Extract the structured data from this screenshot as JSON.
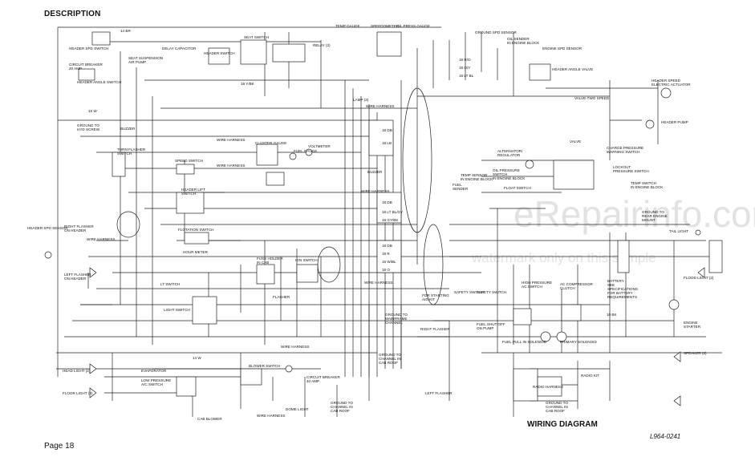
{
  "header": {
    "section": "DESCRIPTION"
  },
  "footer": {
    "page": "Page 18"
  },
  "diagram": {
    "title": "WIRING DIAGRAM",
    "code": "L964-0241",
    "watermark_main": "eRepairinfo.com",
    "watermark_sub": "watermark only on this sample"
  },
  "components": [
    {
      "id": "header-spd-switch",
      "label": "HEADER SPD SWITCH"
    },
    {
      "id": "circuit-breaker-20",
      "label": "CIRCUIT BREAKER\n20 AMP"
    },
    {
      "id": "seat-suspension",
      "label": "SEAT SUSPENSION\nAIR PUMP"
    },
    {
      "id": "delay-capacitor",
      "label": "DELAY CAPACITOR"
    },
    {
      "id": "header-switch",
      "label": "HEADER SWITCH"
    },
    {
      "id": "seat-switch",
      "label": "SEAT SWITCH"
    },
    {
      "id": "relay",
      "label": "RELAY (2)"
    },
    {
      "id": "header-angle-switch",
      "label": "HEADER ANGLE SWITCH"
    },
    {
      "id": "ground-hyd-screw",
      "label": "GROUND TO\nHYD SCREW"
    },
    {
      "id": "buzzer-left",
      "label": "BUZZER"
    },
    {
      "id": "turn-flasher-switch",
      "label": "TURN FLASHER\nSWITCH"
    },
    {
      "id": "speed-switch",
      "label": "SPEED SWITCH"
    },
    {
      "id": "header-lift-switch",
      "label": "HEADER LIFT\nSWITCH"
    },
    {
      "id": "flotation-switch",
      "label": "FLOTATION SWITCH"
    },
    {
      "id": "hour-meter",
      "label": "HOUR METER"
    },
    {
      "id": "temp-gauge",
      "label": "TEMP GAUGE"
    },
    {
      "id": "speedometer",
      "label": "SPEEDOMETER"
    },
    {
      "id": "oil-press-gauge",
      "label": "OIL PRESS GAUGE"
    },
    {
      "id": "cluster-gauge",
      "label": "CLUSTER GAUGE"
    },
    {
      "id": "fuel-gauge",
      "label": "FUEL GAUGE"
    },
    {
      "id": "voltmeter",
      "label": "VOLTMETER"
    },
    {
      "id": "buzzer-mid",
      "label": "BUZZER"
    },
    {
      "id": "lamp",
      "label": "LAMP (2)"
    },
    {
      "id": "ground-spd-sensor",
      "label": "GROUND SPD SENSOR"
    },
    {
      "id": "oil-sender",
      "label": "OIL SENDER\nIN ENGINE BLOCK"
    },
    {
      "id": "engine-spd-sensor",
      "label": "ENGINE SPD SENSOR"
    },
    {
      "id": "header-angle-valve",
      "label": "HEADER ANGLE VALVE"
    },
    {
      "id": "valve-two-speed",
      "label": "VALVE-TWO SPEED"
    },
    {
      "id": "header-speed-actuator",
      "label": "HEADER SPEED\nELECTRIC ACTUATOR"
    },
    {
      "id": "header-pump",
      "label": "HEADER PUMP"
    },
    {
      "id": "alternator",
      "label": "ALTERNATOR/\nREGULATOR"
    },
    {
      "id": "temp-sensor",
      "label": "TEMP SENSOR\nIN ENGINE BLOCK"
    },
    {
      "id": "oil-pressure-switch",
      "label": "OIL PRESSURE\nSWITCH\nIN ENGINE BLOCK"
    },
    {
      "id": "float-switch",
      "label": "FLOAT SWITCH"
    },
    {
      "id": "fuel-sender",
      "label": "FUEL\nSENDER"
    },
    {
      "id": "valve-block",
      "label": "VALVE"
    },
    {
      "id": "charge-pressure",
      "label": "CHARGE PRESSURE\nWARNING SWITCH"
    },
    {
      "id": "lockout-switch",
      "label": "LOCKOUT\nPRESSURE SWITCH"
    },
    {
      "id": "temp-switch",
      "label": "TEMP SWITCH\nIN ENGINE BLOCK"
    },
    {
      "id": "header-spd-sensor",
      "label": "HEADER SPD SENSOR"
    },
    {
      "id": "right-flasher-header",
      "label": "RIGHT FLASHER\nON HEADER"
    },
    {
      "id": "left-flasher-header",
      "label": "LEFT FLASHER\nON HEADER"
    },
    {
      "id": "fuse-holder",
      "label": "FUSE HOLDER\nIN CAB"
    },
    {
      "id": "ign-switch",
      "label": "IGN SWITCH"
    },
    {
      "id": "flasher",
      "label": "FLASHER"
    },
    {
      "id": "lt-switch",
      "label": "LT SWITCH"
    },
    {
      "id": "light-switch",
      "label": "LIGHT SWITCH"
    },
    {
      "id": "safety-switch-1",
      "label": "SAFETY SWITCH"
    },
    {
      "id": "safety-switch-2",
      "label": "SAFETY SWITCH"
    },
    {
      "id": "for-starting-aid",
      "label": "FOR STARTING\nAID KIT"
    },
    {
      "id": "high-pressure-ac",
      "label": "HIGH PRESSURE\nAC SWITCH"
    },
    {
      "id": "ac-compressor",
      "label": "AC COMPRESSOR\nCLUTCH"
    },
    {
      "id": "battery",
      "label": "BATTERY\nSEE\nSPECIFICATIONS\nFOR BATTERY\nREQUIREMENTS"
    },
    {
      "id": "engine-starter",
      "label": "ENGINE\nSTARTER"
    },
    {
      "id": "fuel-shut-off",
      "label": "FUEL SHUT OFF\nON PUMP"
    },
    {
      "id": "fuel-pull-solenoid",
      "label": "FUEL PULL IN SOLENOID"
    },
    {
      "id": "primary-solenoid",
      "label": "PRIMARY SOLENOID"
    },
    {
      "id": "tail-light",
      "label": "TAIL LIGHT"
    },
    {
      "id": "flood-light-r",
      "label": "FLOOD LIGHT (2)"
    },
    {
      "id": "ground-rear-frame",
      "label": "GROUND TO\nREAR ENGINE\nMOUNT"
    },
    {
      "id": "head-light",
      "label": "HEAD LIGHT (2)"
    },
    {
      "id": "floor-light",
      "label": "FLOOR LIGHT (2)"
    },
    {
      "id": "evaporator",
      "label": "EVAPORATOR"
    },
    {
      "id": "low-pressure-ac",
      "label": "LOW PRESSURE\nA/C SWITCH"
    },
    {
      "id": "blower-switch",
      "label": "BLOWER SWITCH"
    },
    {
      "id": "circuit-breaker-40",
      "label": "CIRCUIT BREAKER\n40 AMP"
    },
    {
      "id": "cab-blower",
      "label": "CAB BLOWER"
    },
    {
      "id": "dome-light",
      "label": "DOME LIGHT"
    },
    {
      "id": "ground-cab-roof-1",
      "label": "GROUND TO\nCHANNEL IN\nCAB ROOF"
    },
    {
      "id": "ground-cab-roof-2",
      "label": "GROUND TO\nCHANNEL IN\nCAB ROOF"
    },
    {
      "id": "ground-main-frame",
      "label": "GROUND TO\nMAINFRAME\nCHANNEL"
    },
    {
      "id": "right-flasher",
      "label": "RIGHT FLASHER"
    },
    {
      "id": "left-flasher",
      "label": "LEFT FLASHER"
    },
    {
      "id": "speaker",
      "label": "SPEAKER (2)"
    },
    {
      "id": "radio-kit",
      "label": "RADIO KIT"
    },
    {
      "id": "radio-harness",
      "label": "RADIO HARNESS"
    },
    {
      "id": "radio-ground",
      "label": "GROUND TO\nCHANNEL IN\nCAB ROOF"
    }
  ],
  "harness_labels": [
    "WIRE HARNESS",
    "WIRE HARNESS",
    "WIRE HARNESS",
    "WIRE HARNESS",
    "WIRE HARNESS",
    "WIRE HARNESS",
    "WIRE HARNESS",
    "WIRE HARNESS"
  ],
  "wire_codes": [
    "14 BR",
    "18 Y/BK",
    "16 W",
    "18 DB",
    "18 LB",
    "18 R/O",
    "18 O/Y",
    "18 LT BL",
    "10 BK",
    "18 DB",
    "14 W",
    "18 DB",
    "18 R",
    "18 W/BL",
    "18 O",
    "18 LT BL/GY",
    "18 GY/BK"
  ]
}
